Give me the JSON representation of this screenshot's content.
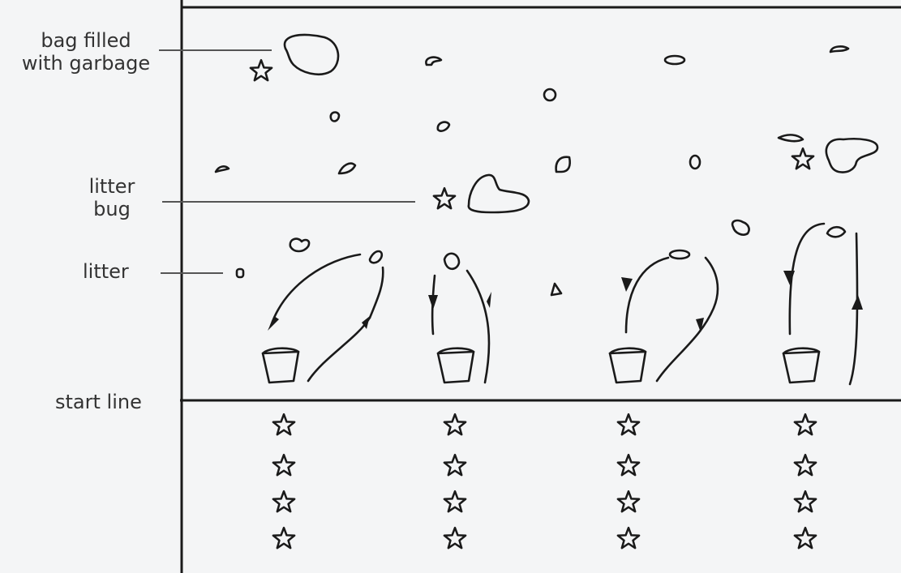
{
  "labels": {
    "bag_filled_line1": "bag filled",
    "bag_filled_line2": "with garbage",
    "litter_bug_line1": "litter",
    "litter_bug_line2": "bug",
    "litter": "litter",
    "start_line": "start line"
  },
  "colors": {
    "background": "#f4f5f6",
    "ink": "#1a1a1a",
    "label_text": "#333333"
  },
  "diagram": {
    "relay_lanes": 4,
    "stars_per_lane": 4,
    "buckets": 4,
    "litter_bugs": 3,
    "icons": [
      "star-icon",
      "bucket-icon",
      "litter-icon",
      "garbage-bag-icon",
      "arrow-icon"
    ]
  }
}
